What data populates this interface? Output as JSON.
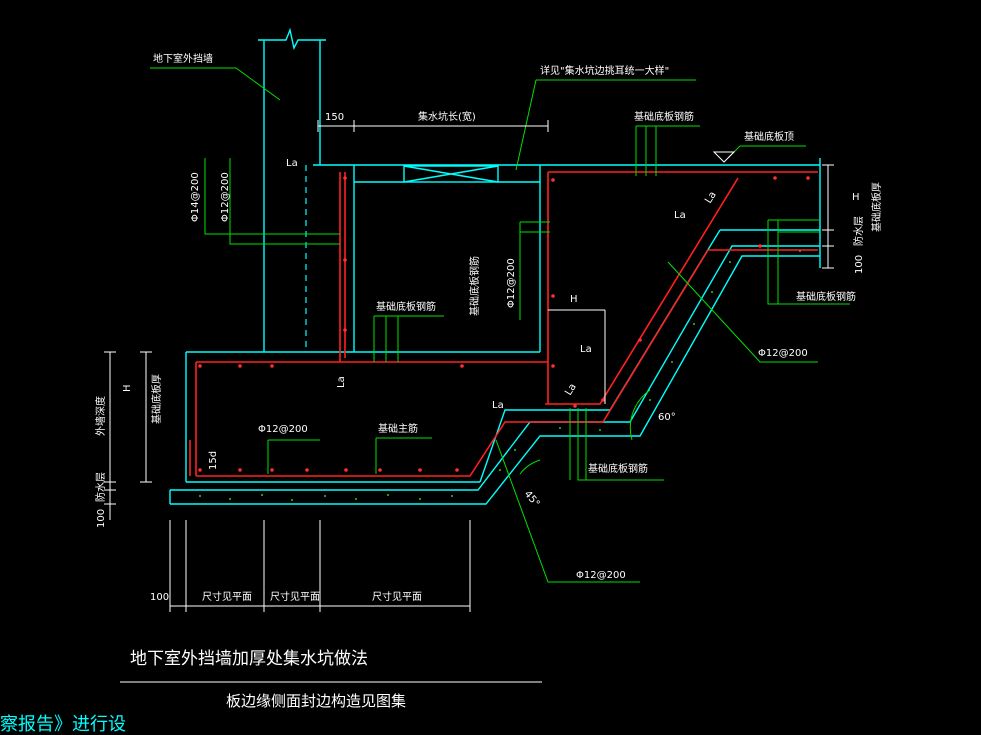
{
  "labels": {
    "wall": "地下室外挡墙",
    "detail_ref": "详见\"集水坑边挑耳统一大样\"",
    "dim_150": "150",
    "pit_width": "集水坑长(宽)",
    "slab_rebar_top": "基础底板钢筋",
    "slab_top": "基础底板顶",
    "phi14": "Φ14@200",
    "phi12_a": "Φ12@200",
    "la_1": "La",
    "la_2": "La",
    "la_3": "La",
    "la_4": "La",
    "la_5": "La",
    "la_6": "La",
    "la_7": "La",
    "h_right": "H",
    "slab_thick_right": "基础底板厚",
    "waterproof_right": "防水层",
    "dim_100_right": "100",
    "slab_rebar_v": "基础底板钢筋",
    "phi12_v": "Φ12@200",
    "slab_rebar_mid": "基础底板钢筋",
    "h_mid": "H",
    "slab_rebar_right": "基础底板钢筋",
    "phi12_right": "Φ12@200",
    "h_left": "H",
    "slab_thick_left": "基础底板厚",
    "pit_depth": "外墙深度",
    "waterproof_left": "防水层",
    "dim_100_left": "100",
    "angle_60": "60°",
    "dim_15d": "15d",
    "phi12_bottom": "Φ12@200",
    "main_rebar": "基础主筋",
    "slab_rebar_bottom": "基础底板钢筋",
    "angle_45": "45°",
    "phi12_lower": "Φ12@200",
    "dim_100_bottom": "100",
    "size_1": "尺寸见平面",
    "size_2": "尺寸见平面",
    "size_3": "尺寸见平面",
    "title": "地下室外挡墙加厚处集水坑做法",
    "subtitle": "板边缘侧面封边构造见图集",
    "corner_text": "察报告》进行设"
  },
  "colors": {
    "structure": "#00ffff",
    "rebar": "#ff2020",
    "leader": "#00e000",
    "text": "#ffffff",
    "background": "#000000",
    "corner_text": "#00ffff"
  }
}
